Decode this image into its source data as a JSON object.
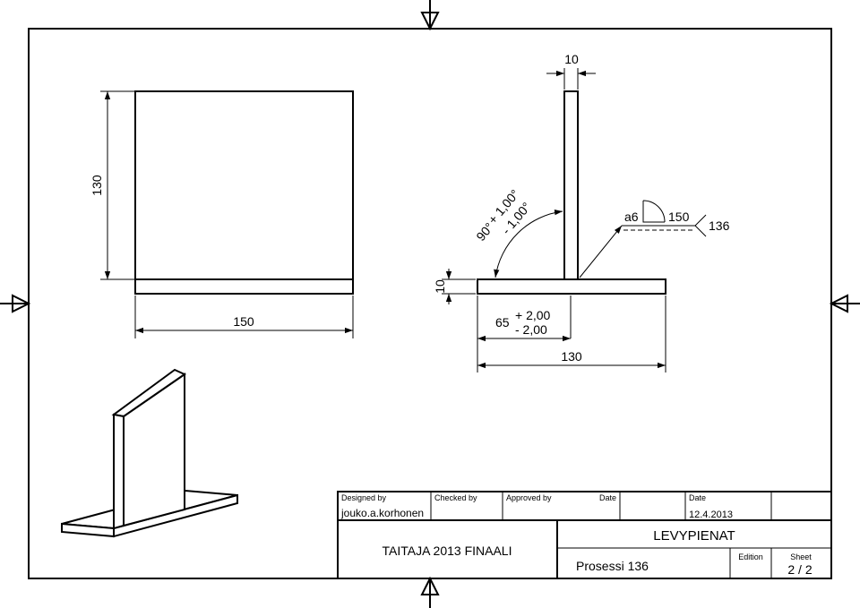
{
  "front_view": {
    "dim_height": "130",
    "dim_width": "150"
  },
  "side_view": {
    "dim_top": "10",
    "dim_thickness": "10",
    "dim_base": "130",
    "dim_offset_nominal": "65",
    "dim_offset_tol_plus": "+ 2,00",
    "dim_offset_tol_minus": "- 2,00",
    "angle_nominal": "90°",
    "angle_tol_plus": "+ 1,00°",
    "angle_tol_minus": "- 1,00°"
  },
  "weld_symbol": {
    "throat": "a6",
    "length": "150",
    "process": "136"
  },
  "title_block": {
    "designed_by_label": "Designed by",
    "designed_by_value": "jouko.a.korhonen",
    "checked_by_label": "Checked by",
    "approved_by_label": "Approved by",
    "date_label_1": "Date",
    "date_label_2": "Date",
    "date_value": "12.4.2013",
    "company": "TAITAJA 2013 FINAALI",
    "title": "LEVYPIENAT",
    "subtitle": "Prosessi 136",
    "edition_label": "Edition",
    "sheet_label": "Sheet",
    "sheet_value": "2 / 2"
  }
}
